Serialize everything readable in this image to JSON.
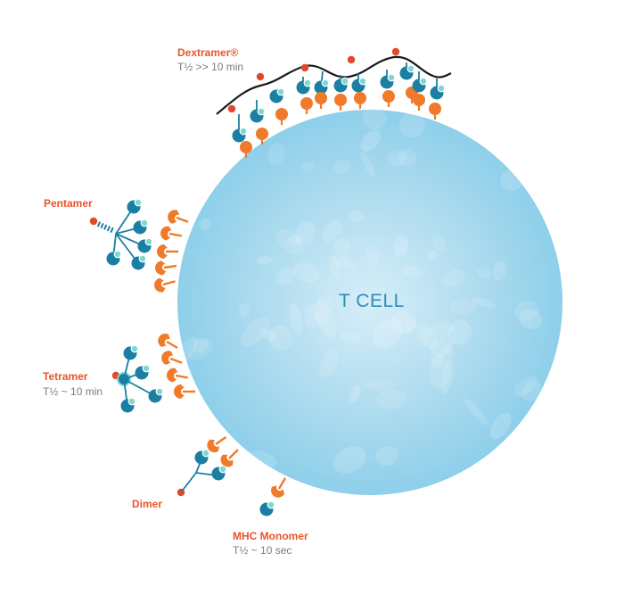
{
  "cell": {
    "label": "T CELL"
  },
  "dextramer": {
    "name": "Dextramer®",
    "half_life": "T½ >> 10 min"
  },
  "pentamer": {
    "name": "Pentamer"
  },
  "tetramer": {
    "name": "Tetramer",
    "half_life": "T½ ~ 10 min"
  },
  "dimer": {
    "name": "Dimer"
  },
  "monomer": {
    "name": "MHC Monomer",
    "half_life": "T½ ~ 10 sec"
  },
  "colors": {
    "cell_light": "#d6eef8",
    "cell_mid": "#a8d9ee",
    "cell_edge": "#8ecfea",
    "receptor": "#f07a2a",
    "mhc": "#1a7fa3",
    "peptide": "#7dd8d3",
    "fluorophore": "#e04a2a",
    "backbone": "#1a1a1a"
  }
}
